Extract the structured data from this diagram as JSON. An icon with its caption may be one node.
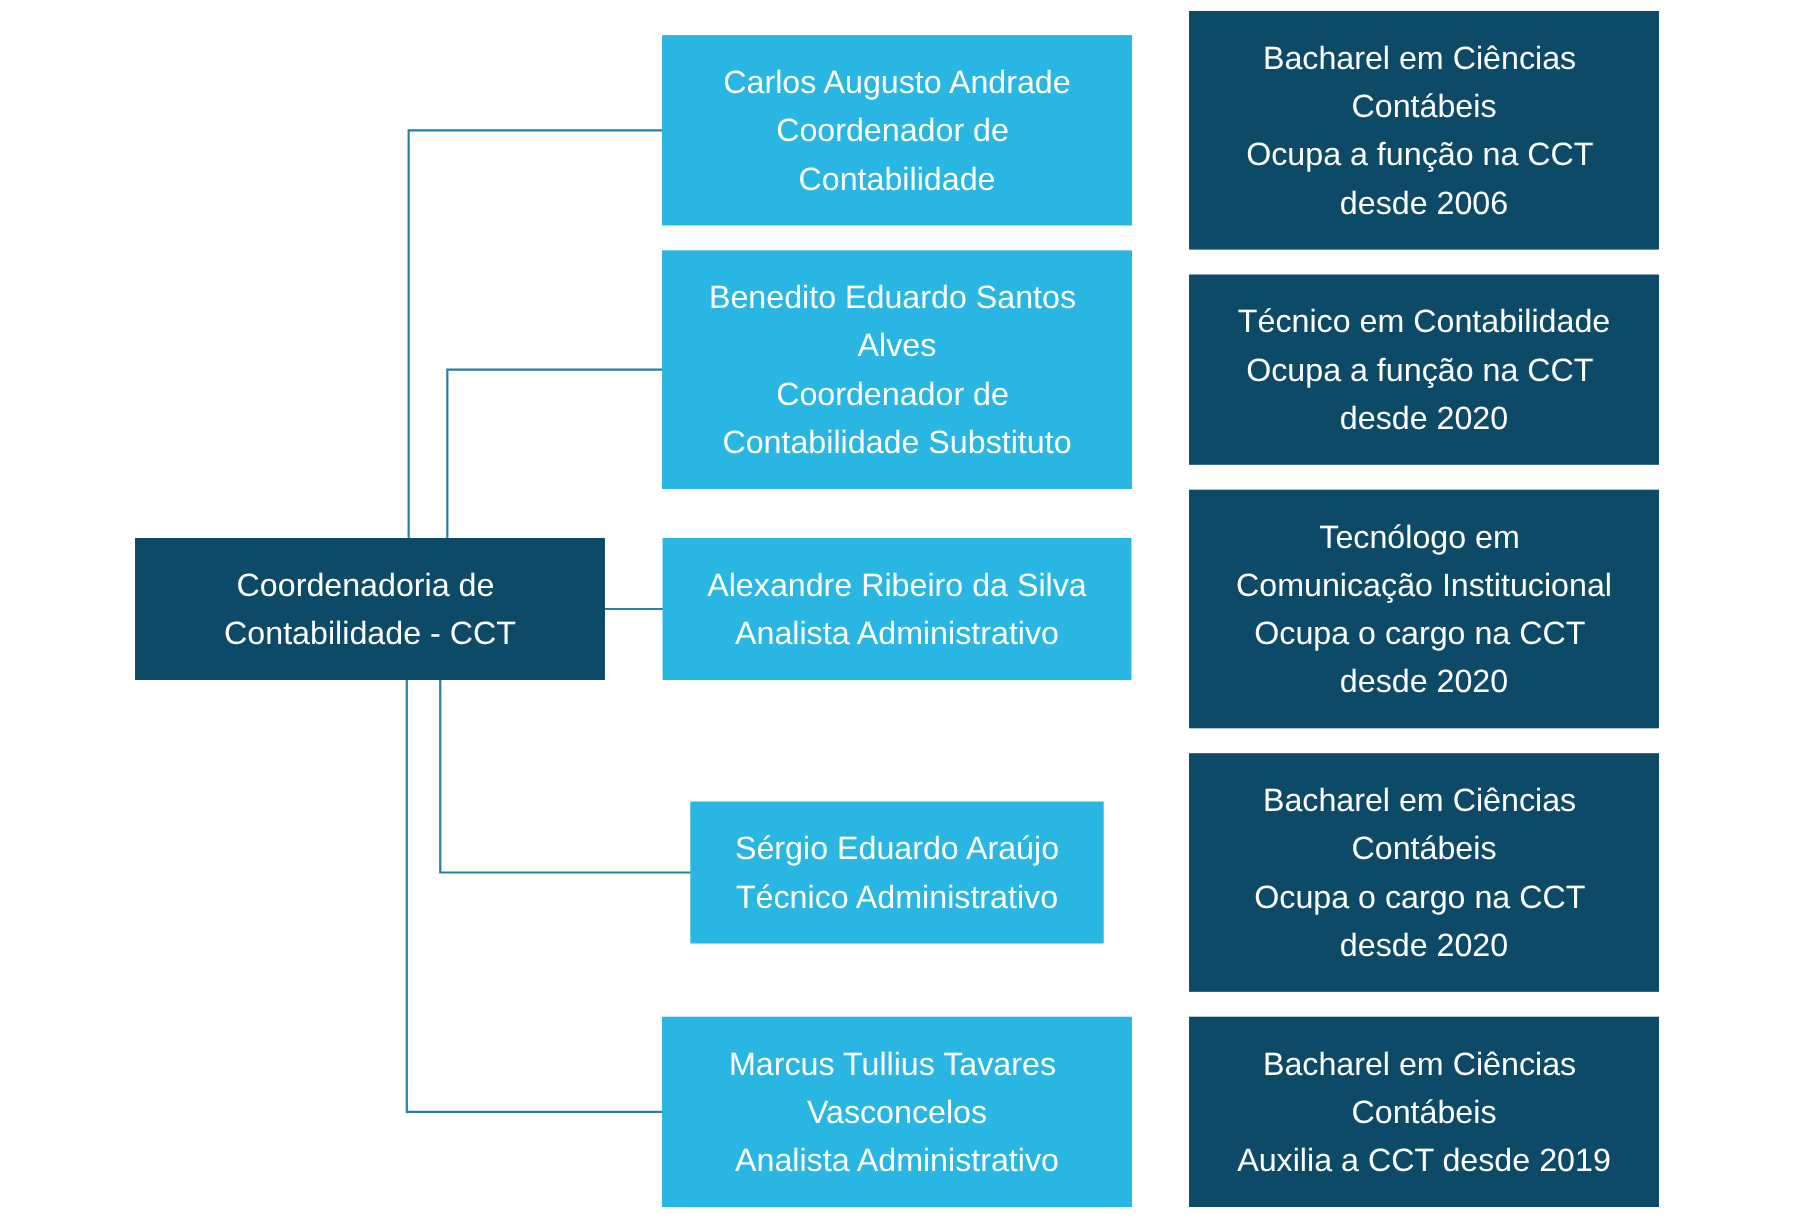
{
  "diagram": {
    "nodes": [
      {
        "text": [
          "Coordenadoria de Contabilidade - CCT"
        ]
      },
      {
        "text": [
          "Carlos Augusto Andrade",
          "Coordenador de Contabilidade"
        ]
      },
      {
        "text": [
          "Bacharel em Ciências Contábeis",
          "Ocupa a função na CCT desde 2006"
        ]
      },
      {
        "text": [
          "Benedito Eduardo Santos Alves",
          "Coordenador de Contabilidade Substituto"
        ]
      },
      {
        "text": [
          "Técnico em Contabilidade",
          "Ocupa a função na CCT desde 2020"
        ]
      },
      {
        "text": [
          "Alexandre Ribeiro da Silva",
          "Analista Administrativo"
        ]
      },
      {
        "text": [
          "Tecnólogo em Comunicação Institucional",
          "Ocupa o cargo na CCT desde 2020"
        ]
      },
      {
        "text": [
          "Sérgio Eduardo Araújo",
          "Técnico Administrativo"
        ]
      },
      {
        "text": [
          "Bacharel em Ciências Contábeis",
          "Ocupa o cargo na CCT desde 2020"
        ]
      },
      {
        "text": [
          "Marcus Tullius Tavares Vasconcelos",
          "Analista Administrativo"
        ]
      },
      {
        "text": [
          "Bacharel em Ciências Contábeis",
          "Auxilia a CCT desde 2019"
        ]
      }
    ],
    "edges": [
      {
        "from": 0,
        "to": 1,
        "arrow": "none"
      },
      {
        "from": 0,
        "to": 3,
        "arrow": "none"
      },
      {
        "from": 0,
        "to": 5,
        "arrow": "none"
      },
      {
        "from": 0,
        "to": 7,
        "arrow": "none"
      },
      {
        "from": 0,
        "to": 9,
        "arrow": "none"
      }
    ]
  }
}
